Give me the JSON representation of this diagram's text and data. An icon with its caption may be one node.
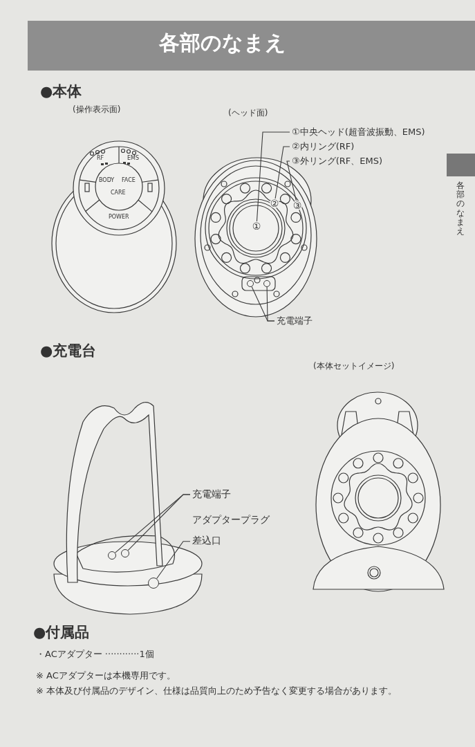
{
  "diagram": {
    "title": "各部のなまえ",
    "nodes": [
      {
        "text": [
          "①中央ヘッド(超音波振動、EMS)"
        ]
      },
      {
        "text": [
          "②内リング(RF)"
        ]
      },
      {
        "text": [
          "③外リング(RF、EMS)"
        ]
      },
      {
        "text": [
          "①"
        ]
      },
      {
        "text": [
          "②"
        ]
      },
      {
        "text": [
          "③"
        ]
      },
      {
        "text": [
          "充電端子"
        ]
      },
      {
        "text": [],
        "shape": "circle"
      },
      {
        "text": [],
        "shape": "circle"
      },
      {
        "text": [
          "充電端子"
        ]
      },
      {
        "text": [],
        "shape": "circle"
      },
      {
        "text": [],
        "shape": "circle"
      },
      {
        "text": [
          "アダプタープラグ差込口"
        ]
      },
      {
        "text": [],
        "shape": "circle"
      }
    ],
    "edges": [
      {
        "from": 0,
        "to": 3,
        "arrow": "none"
      },
      {
        "from": 1,
        "to": 4,
        "arrow": "none"
      },
      {
        "from": 2,
        "to": 5,
        "arrow": "none"
      },
      {
        "from": 6,
        "to": 7,
        "arrow": "none"
      },
      {
        "from": 6,
        "to": 8,
        "arrow": "none"
      },
      {
        "from": 9,
        "to": 10,
        "arrow": "none"
      },
      {
        "from": 9,
        "to": 11,
        "arrow": "none"
      },
      {
        "from": 12,
        "to": 13,
        "arrow": "none"
      }
    ],
    "labels": [
      "●本体",
      "(操作表示面)",
      "(ヘッド面)",
      "各部のなまえ",
      "RF",
      "EMS",
      "BODY",
      "FACE",
      "CARE",
      "POWER",
      "●充電台",
      "(本体セットイメージ)",
      "●付属品",
      "・ACアダプター ············1個",
      "※ ACアダプターは本機専用です。",
      "※ 本体及び付属品のデザイン、仕様は品質向上のため予告なく変更する場合があります。"
    ]
  }
}
